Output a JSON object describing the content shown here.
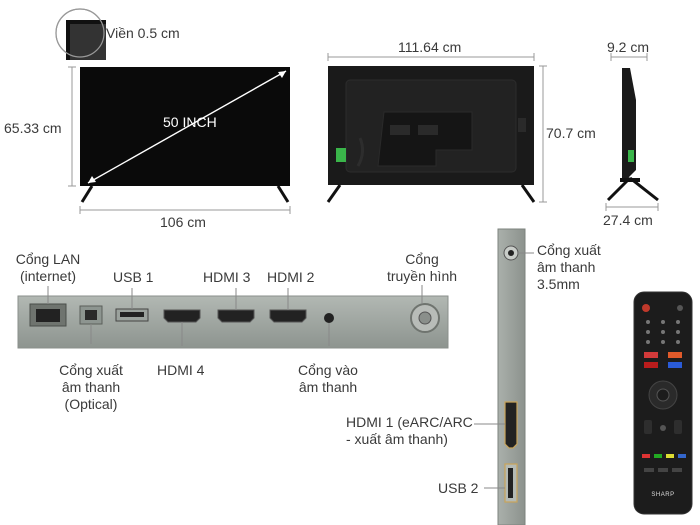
{
  "tv": {
    "bezel_label": "Viền 0.5 cm",
    "screen_size_label": "50 INCH",
    "front_height": "65.33 cm",
    "front_width": "106 cm",
    "back_width": "111.64 cm",
    "back_height": "70.7 cm",
    "side_depth_top": "9.2 cm",
    "side_depth_base": "27.4 cm"
  },
  "ports": {
    "lan": [
      "Cổng LAN",
      "(internet)"
    ],
    "usb1": "USB 1",
    "hdmi3": "HDMI 3",
    "hdmi2": "HDMI 2",
    "antenna": [
      "Cổng",
      "truyền hình"
    ],
    "optical": [
      "Cổng xuất",
      "âm thanh",
      "(Optical)"
    ],
    "hdmi4": "HDMI 4",
    "audio_in": [
      "Cổng vào",
      "âm thanh"
    ]
  },
  "side_ports": {
    "audio_out": [
      "Cổng xuất",
      "âm thanh",
      "3.5mm"
    ],
    "hdmi1": [
      "HDMI 1 (eARC/ARC",
      "- xuất âm thanh)"
    ],
    "usb2": "USB 2"
  },
  "remote": {
    "brand": "SHARP"
  },
  "colors": {
    "screen": "#0a0a0a",
    "panel_gray": "#9aa29c",
    "dimension_line": "#999999"
  }
}
